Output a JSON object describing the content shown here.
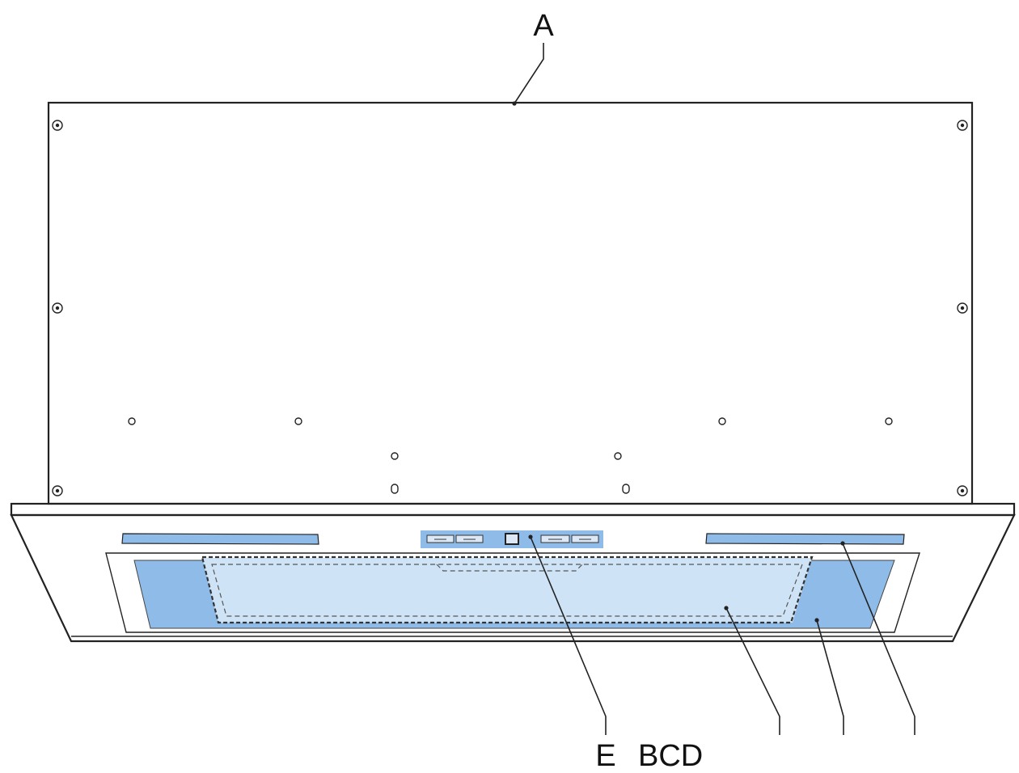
{
  "labels": {
    "a": "A",
    "e": "E",
    "bcd": "BCD"
  },
  "colors": {
    "panel_blue": "#8fbbe8",
    "glass_light": "#cfe3f7",
    "line": "#222222",
    "background": "#ffffff"
  }
}
